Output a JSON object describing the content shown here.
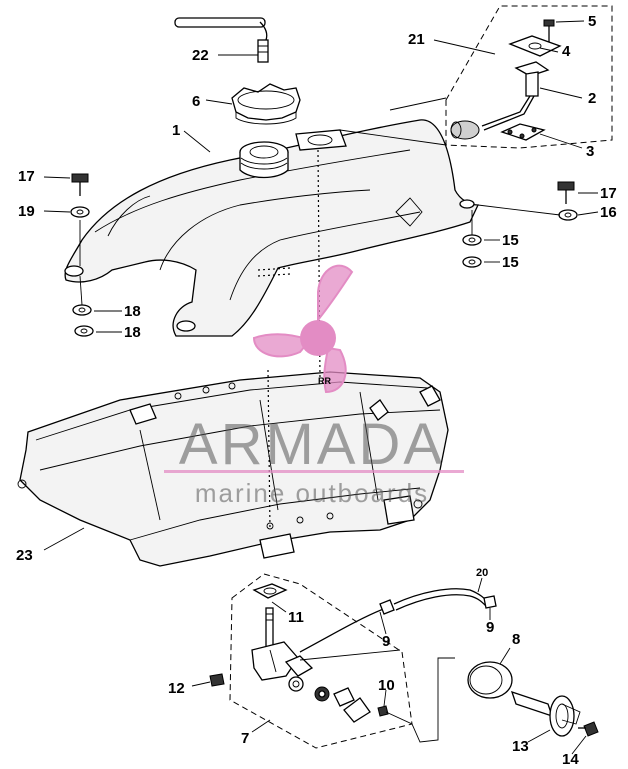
{
  "diagram": {
    "callouts": [
      {
        "id": "c1",
        "label": "1"
      },
      {
        "id": "c2",
        "label": "2"
      },
      {
        "id": "c3",
        "label": "3"
      },
      {
        "id": "c4",
        "label": "4"
      },
      {
        "id": "c5",
        "label": "5"
      },
      {
        "id": "c6",
        "label": "6"
      },
      {
        "id": "c7",
        "label": "7"
      },
      {
        "id": "c8",
        "label": "8"
      },
      {
        "id": "c9a",
        "label": "9"
      },
      {
        "id": "c9b",
        "label": "9"
      },
      {
        "id": "c10",
        "label": "10"
      },
      {
        "id": "c11",
        "label": "11"
      },
      {
        "id": "c12",
        "label": "12"
      },
      {
        "id": "c13",
        "label": "13"
      },
      {
        "id": "c14",
        "label": "14"
      },
      {
        "id": "c15a",
        "label": "15"
      },
      {
        "id": "c15b",
        "label": "15"
      },
      {
        "id": "c16",
        "label": "16"
      },
      {
        "id": "c17a",
        "label": "17"
      },
      {
        "id": "c17b",
        "label": "17"
      },
      {
        "id": "c18a",
        "label": "18"
      },
      {
        "id": "c18b",
        "label": "18"
      },
      {
        "id": "c19",
        "label": "19"
      },
      {
        "id": "c20",
        "label": "20"
      },
      {
        "id": "c21",
        "label": "21"
      },
      {
        "id": "c22",
        "label": "22"
      },
      {
        "id": "c23",
        "label": "23"
      }
    ],
    "frame_mark": "RR"
  },
  "watermark": {
    "brand": "ARMADA",
    "tagline": "marine outboards",
    "logo_color": "#e38cc4",
    "text_color": "#555555"
  }
}
